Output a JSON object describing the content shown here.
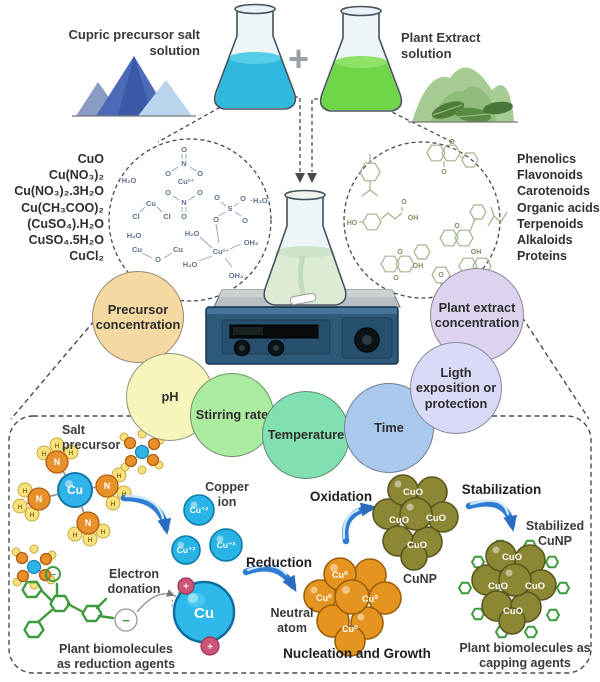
{
  "top": {
    "cupric_line1": "Cupric precursor salt",
    "cupric_line2": "solution",
    "plus": "+",
    "plant_line1": "Plant Extract",
    "plant_line2": "solution"
  },
  "precursor_list": {
    "items": [
      "CuO",
      "Cu(NO₃)₂",
      "Cu(NO₃)₂.3H₂O",
      "Cu(CH₃COO)₂",
      "(CuSO₄).H₂O",
      "CuSO₄.5H₂O",
      "CuCl₂"
    ]
  },
  "phytochemical_list": {
    "items": [
      "Phenolics",
      "Flavonoids",
      "Carotenoids",
      "Organic acids",
      "Terpenoids",
      "Alkaloids",
      "Proteins"
    ]
  },
  "parameters": {
    "items": [
      {
        "label": "Precursor concentration",
        "color": "#f5d9a2"
      },
      {
        "label": "pH",
        "color": "#f6f5bb"
      },
      {
        "label": "Stirring rate",
        "color": "#abeba0"
      },
      {
        "label": "Temperature",
        "color": "#81dfb2"
      },
      {
        "label": "Time",
        "color": "#a9c8ec"
      },
      {
        "label": "Ligth exposition or protection",
        "color": "#d8daf8"
      },
      {
        "label": "Plant extract concentration",
        "color": "#ded3ee"
      }
    ]
  },
  "chem_symbols": {
    "h2o": "H₂O",
    "h2o_dot": "·H₂O",
    "oh2": "OH₂",
    "cu": "Cu",
    "cl": "Cl",
    "o": "O",
    "n": "N",
    "s": "S",
    "cu2plus": "Cu²⁺",
    "ho": "HO",
    "oh": "OH"
  },
  "mechanism": {
    "salt_precursor_line1": "Salt",
    "salt_precursor_line2": "precursor",
    "copper_ion_line1": "Copper",
    "copper_ion_line2": "ion",
    "cu_ion": "Cu⁺²",
    "electron_line1": "Electron",
    "electron_line2": "donation",
    "reduction": "Reduction",
    "neutral_line1": "Neutral",
    "neutral_line2": "atom",
    "nucleation": "Nucleation and Growth",
    "oxidation": "Oxidation",
    "cunp": "CuNP",
    "stabilization": "Stabilization",
    "stabilized_line1": "Stabilized",
    "stabilized_line2": "CuNP",
    "capping_line1": "Plant biomolecules as",
    "capping_line2": "capping agents",
    "reducing_line1": "Plant biomolecules",
    "reducing_line2": "as reduction agents",
    "cu0": "Cu⁰",
    "cuo": "CuO",
    "cu": "Cu",
    "h": "H",
    "n": "N",
    "plus_charge": "+",
    "minus_charge": "−"
  },
  "colors": {
    "arrow_blue": "#2f7dd0",
    "copper_ion_fill": "#29b4e8",
    "nitrogen_fill": "#e8912b",
    "hydrogen_fill": "#f7e27f",
    "copper_atom_fill": "#e5951f",
    "copper_oxide_fill": "#8c8734",
    "biomolecule_green": "#3d9b3d",
    "charge_pink": "#cc5577",
    "precursor_liquid": "#2fb9de",
    "extract_liquid": "#6fd64a",
    "mixture_liquid": "#dcebd4",
    "stirrer_body": "#2e5a7a"
  }
}
